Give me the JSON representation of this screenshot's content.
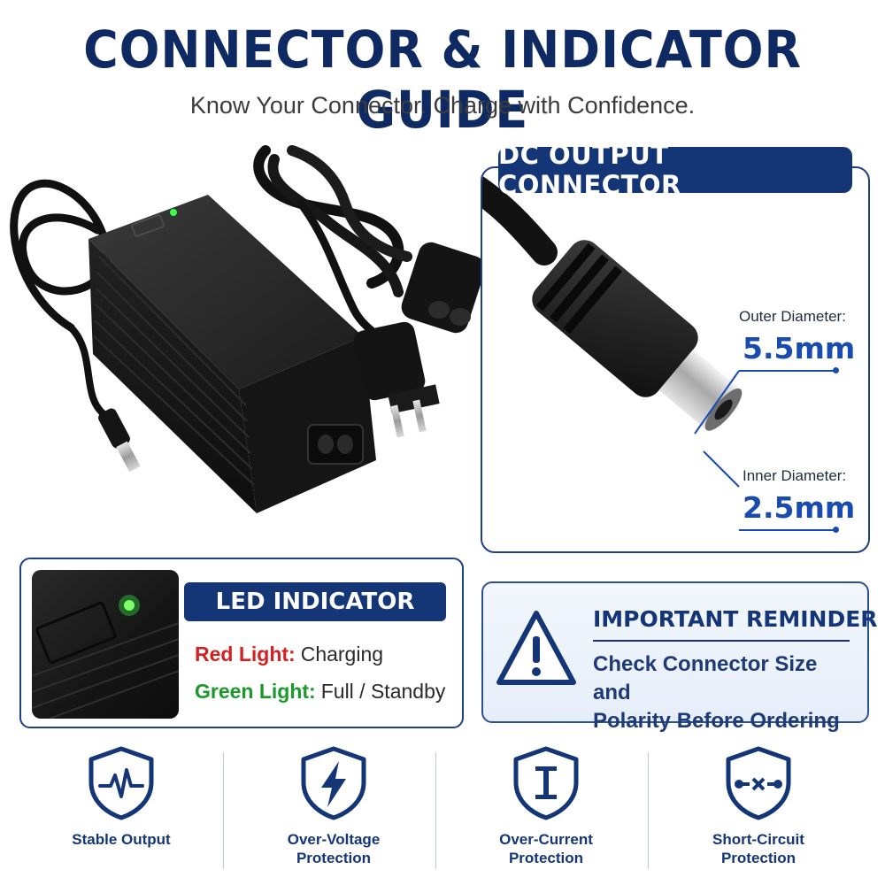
{
  "header": {
    "title": "CONNECTOR & INDICATOR GUIDE",
    "subtitle": "Know Your Connector. Charge with Confidence."
  },
  "dc_connector": {
    "heading": "DC OUTPUT CONNECTOR",
    "outer_label": "Outer Diameter:",
    "outer_value": "5.5mm",
    "inner_label": "Inner Diameter:",
    "inner_value": "2.5mm"
  },
  "led": {
    "heading": "LED INDICATOR",
    "red_key": "Red Light:",
    "red_value": "Charging",
    "green_key": "Green Light:",
    "green_value": "Full / Standby",
    "colors": {
      "red": "#d42020",
      "green": "#1a9a2a",
      "led_glow": "#39ff4a"
    }
  },
  "reminder": {
    "heading": "IMPORTANT REMINDER",
    "line1": "Check Connector Size and",
    "line2": "Polarity Before Ordering",
    "icon": "warning-triangle-icon"
  },
  "features": [
    {
      "icon": "pulse-shield-icon",
      "line1": "Stable Output",
      "line2": ""
    },
    {
      "icon": "lightning-shield-icon",
      "line1": "Over-Voltage",
      "line2": "Protection"
    },
    {
      "icon": "current-shield-icon",
      "line1": "Over-Current",
      "line2": "Protection"
    },
    {
      "icon": "circuit-shield-icon",
      "line1": "Short-Circuit",
      "line2": "Protection"
    }
  ],
  "colors": {
    "brand_navy": "#143677",
    "accent_blue": "#1a4bb0"
  }
}
